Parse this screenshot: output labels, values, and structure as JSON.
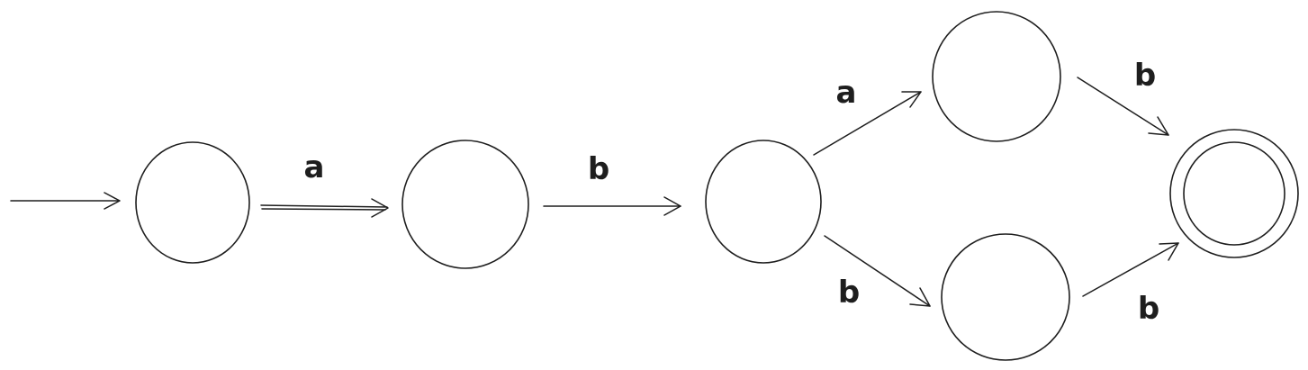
{
  "diagram": {
    "type": "finite-automaton",
    "stroke_color": "#1e1e1e",
    "background": "#ffffff",
    "states": [
      {
        "id": "q0",
        "start": true,
        "accept": false
      },
      {
        "id": "q1",
        "start": false,
        "accept": false
      },
      {
        "id": "q2",
        "start": false,
        "accept": false
      },
      {
        "id": "q3",
        "start": false,
        "accept": false
      },
      {
        "id": "q4",
        "start": false,
        "accept": false
      },
      {
        "id": "q5",
        "start": false,
        "accept": true
      }
    ],
    "transitions": [
      {
        "from": "q0",
        "to": "q1",
        "label": "a"
      },
      {
        "from": "q1",
        "to": "q2",
        "label": "b"
      },
      {
        "from": "q2",
        "to": "q3",
        "label": "a"
      },
      {
        "from": "q2",
        "to": "q4",
        "label": "b"
      },
      {
        "from": "q3",
        "to": "q5",
        "label": "b"
      },
      {
        "from": "q4",
        "to": "q5",
        "label": "b"
      }
    ]
  }
}
